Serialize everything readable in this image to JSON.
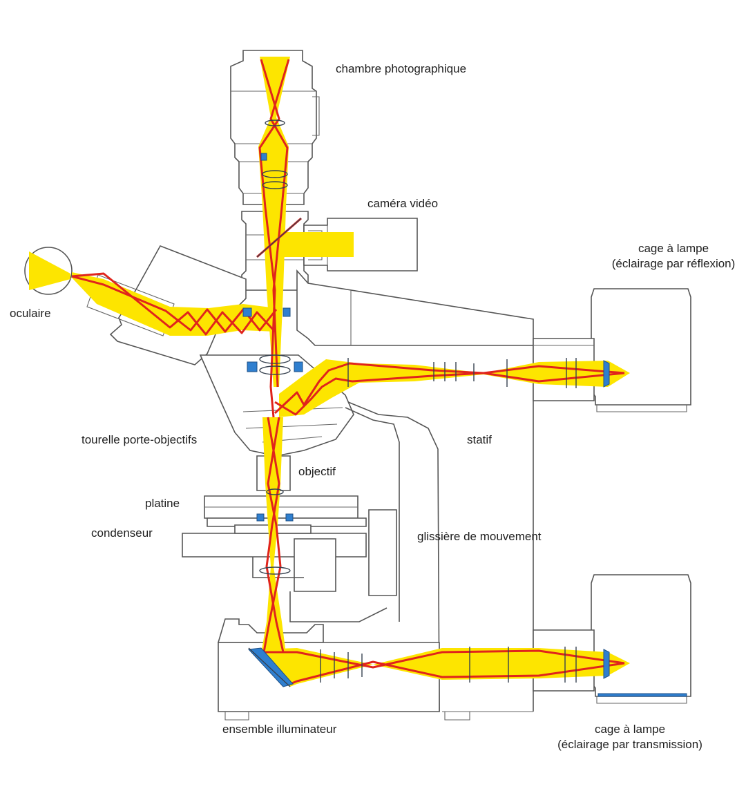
{
  "labels": {
    "photo_chamber": "chambre photographique",
    "video_camera": "caméra vidéo",
    "lamp_reflection_1": "cage à lampe",
    "lamp_reflection_2": "(éclairage par réflexion)",
    "eyepiece": "oculaire",
    "turret": "tourelle porte-objectifs",
    "stand": "statif",
    "objective": "objectif",
    "stage": "platine",
    "condenser": "condenseur",
    "slide": "glissière de mouvement",
    "illuminator": "ensemble illuminateur",
    "lamp_transmission_1": "cage à lampe",
    "lamp_transmission_2": "(éclairage par transmission)"
  },
  "colors": {
    "beam": "#fde500",
    "ray": "#e0241c",
    "filter": "#2f7fcf",
    "outline": "#555555"
  }
}
